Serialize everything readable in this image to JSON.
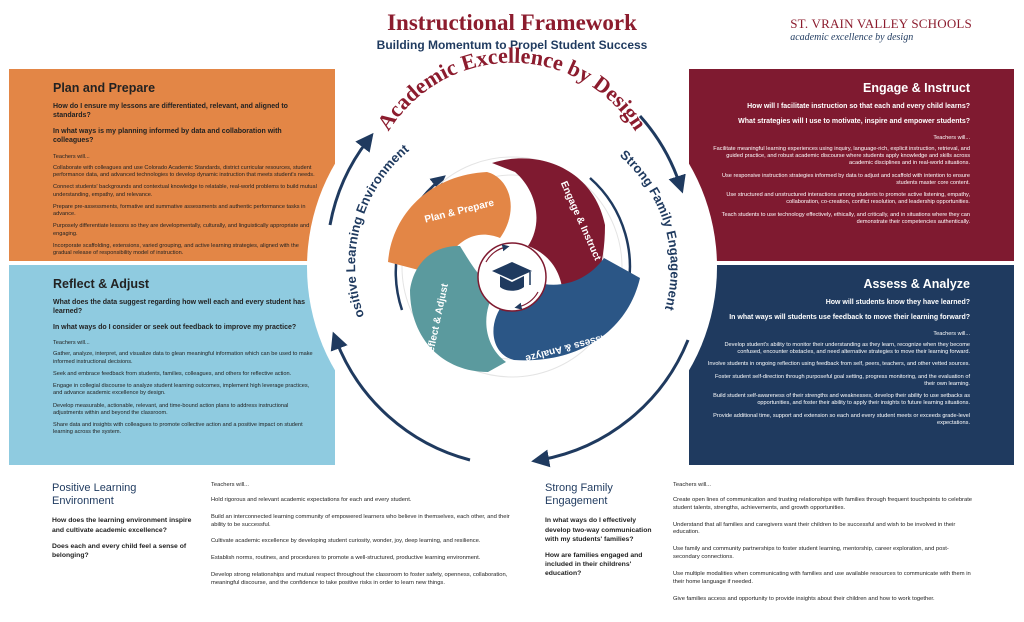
{
  "header": {
    "title": "Instructional Framework",
    "subtitle": "Building Momentum to Propel Student Success",
    "logo_name": "ST. VRAIN VALLEY SCHOOLS",
    "logo_tagline": "academic excellence by design"
  },
  "wheel": {
    "arc_title": "Academic Excellence by Design",
    "left_label": "Positive Learning Environments",
    "right_label": "Strong Family Engagement",
    "petals": [
      "Plan & Prepare",
      "Engage & Instruct",
      "Assess & Analyze",
      "Reflect & Adjust"
    ],
    "center_icon": "graduation-cap-icon"
  },
  "colors": {
    "maroon": "#7f1a30",
    "navy": "#1f3a5f",
    "orange": "#e38646",
    "light_blue": "#8fcbe0",
    "teal": "#5b9a9e"
  },
  "plan_prepare": {
    "title": "Plan and Prepare",
    "questions": [
      "How do I ensure my lessons are differentiated, relevant, and aligned to standards?",
      "In what ways is my planning informed by data and collaboration with colleagues?"
    ],
    "lead": "Teachers will...",
    "items": [
      "Collaborate with colleagues and use Colorado Academic Standards, district curricular resources, student performance data, and advanced technologies to develop dynamic instruction that meets student's needs.",
      "Connect students' backgrounds and contextual knowledge to relatable, real-world problems to build mutual understanding, empathy, and relevance.",
      "Prepare pre-assessments, formative and summative assessments and authentic performance tasks in advance.",
      "Purposely differentiate lessons so they are developmentally, culturally, and linguistically appropriate and engaging.",
      "Incorporate scaffolding, extensions, varied grouping, and active learning strategies, aligned with the gradual release of responsibility model of instruction."
    ]
  },
  "engage_instruct": {
    "title": "Engage & Instruct",
    "questions": [
      "How will I facilitate instruction so that each and every child learns?",
      "What strategies will I use to motivate, inspire and empower students?"
    ],
    "lead": "Teachers will...",
    "items": [
      "Facilitate meaningful learning experiences using inquiry, language-rich, explicit instruction, retrieval, and guided practice, and robust academic discourse where students apply knowledge and skills across academic disciplines and in real-world situations.",
      "Use responsive instruction strategies informed by data to adjust and scaffold with intention to ensure students master core content.",
      "Use structured and unstructured interactions among students to promote active listening, empathy, collaboration, co-creation, conflict resolution, and leadership opportunities.",
      "Teach students to use technology effectively, ethically, and critically, and in situations where they can demonstrate their competencies authentically."
    ]
  },
  "reflect_adjust": {
    "title": "Reflect & Adjust",
    "questions": [
      "What does the data suggest regarding how well each and every student has learned?",
      "In what ways do I consider or seek out feedback to improve my practice?"
    ],
    "lead": "Teachers will...",
    "items": [
      "Gather, analyze, interpret, and visualize data to glean meaningful information which can be used to make informed instructional decisions.",
      "Seek and embrace feedback from students, families, colleagues, and others for reflective action.",
      "Engage in collegial discourse to analyze student learning outcomes, implement high leverage practices, and advance academic excellence by design.",
      "Develop measurable, actionable, relevant, and time-bound action plans to address instructional adjustments within and beyond the classroom.",
      "Share data and insights with colleagues to promote collective action and a positive impact on student learning across the system."
    ]
  },
  "assess_analyze": {
    "title": "Assess & Analyze",
    "questions": [
      "How will students know they have learned?",
      "In what ways will students use feedback to move their learning forward?"
    ],
    "lead": "Teachers will...",
    "items": [
      "Develop student's ability to monitor their understanding as they learn, recognize when they become confused, encounter obstacles, and need alternative strategies to move their learning forward.",
      "Involve students in ongoing reflection using feedback from self, peers, teachers, and other vetted sources.",
      "Foster student self-direction through purposeful goal setting, progress monitoring, and the evaluation of their own learning.",
      "Build student self-awareness of their strengths and weaknesses, develop their ability to use setbacks as opportunities, and foster their ability to apply their insights to future learning situations.",
      "Provide additional time, support and extension so each and every student meets or exceeds grade-level expectations."
    ]
  },
  "positive_learning": {
    "title": "Positive Learning Environment",
    "questions": [
      "How does the learning environment inspire and cultivate academic excellence?",
      "Does each and every child feel a sense of belonging?"
    ],
    "lead": "Teachers will...",
    "items": [
      "Hold rigorous and relevant academic expectations for each and every student.",
      "Build an interconnected learning community of empowered learners who believe in themselves, each other, and their ability to be successful.",
      "Cultivate academic excellence by developing student curiosity, wonder, joy, deep learning, and resilience.",
      "Establish norms, routines, and procedures to promote a well-structured, productive learning environment.",
      "Develop strong relationships and mutual respect throughout the classroom to foster safety, openness, collaboration, meaningful discourse, and the confidence to take positive risks in order to learn new things."
    ]
  },
  "family_engagement": {
    "title": "Strong Family Engagement",
    "questions": [
      "In what ways do I effectively develop two-way communication with my students' families?",
      "How are families engaged and included in their childrens' education?"
    ],
    "lead": "Teachers will...",
    "items": [
      "Create open lines of communication and trusting relationships with families through frequent touchpoints to celebrate student talents, strengths, achievements, and growth opportunities.",
      "Understand that all families and caregivers want their children to be successful and wish to be involved in their education.",
      "Use family and community partnerships to foster student learning, mentorship, career exploration, and post-secondary connections.",
      "Use multiple modalities when communicating with families and use available resources to communicate with them in their home language if needed.",
      "Give families access and opportunity to provide insights about their children and how to work together."
    ]
  }
}
